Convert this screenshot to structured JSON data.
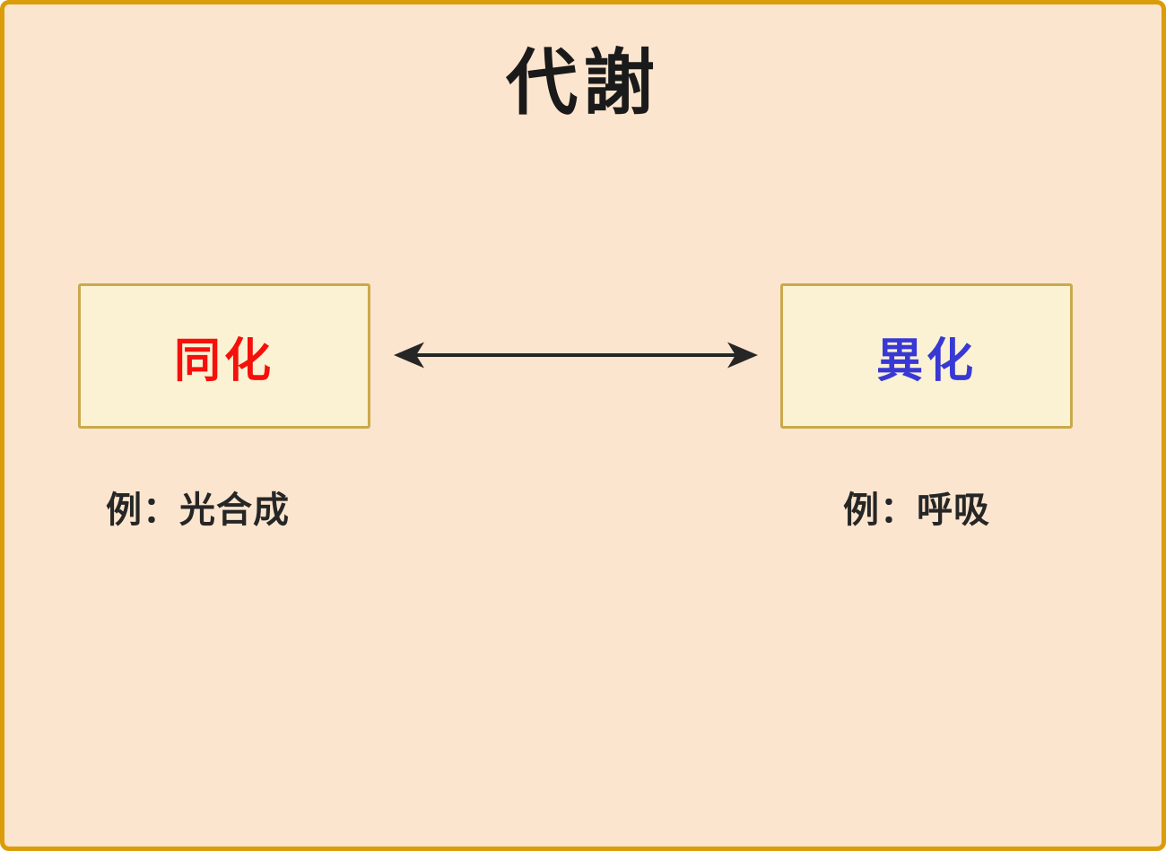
{
  "title": "代謝",
  "diagram": {
    "left_box": {
      "label": "同化",
      "example": "例：光合成"
    },
    "right_box": {
      "label": "異化",
      "example": "例：呼吸"
    },
    "connector": "double-headed-arrow"
  },
  "colors": {
    "background": "#FCE5CE",
    "frame_border": "#DA9D09",
    "box_fill": "#FBF2D3",
    "box_border": "#C9A94C",
    "left_label_text": "#F5100C",
    "right_label_text": "#3838D4",
    "title_text": "#1A1A1A",
    "example_text": "#262626",
    "arrow": "#262626"
  }
}
